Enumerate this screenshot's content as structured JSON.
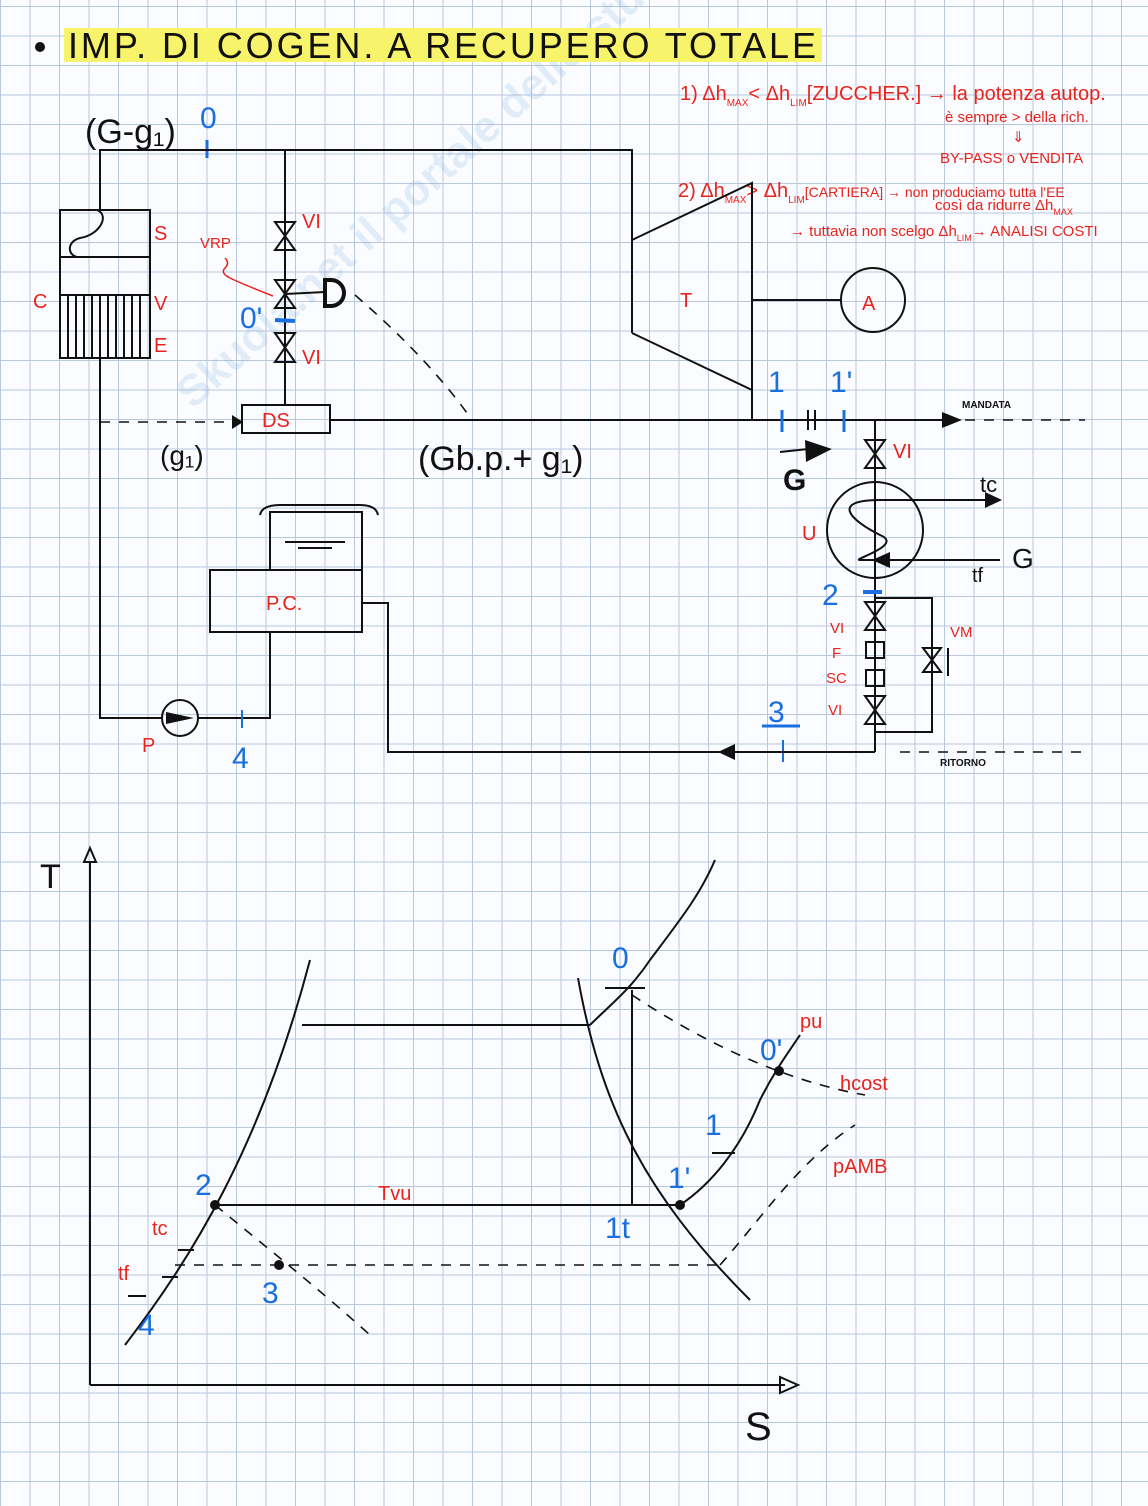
{
  "title": "IMP. DI COGEN. A RECUPERO TOTALE",
  "notes": {
    "n1_a": "1) Δh",
    "n1_max": "MAX",
    "n1_b": "< Δh",
    "n1_lim": "LIM",
    "n1_c": "[ZUCCHER.] → la potenza autop.",
    "n1_d": "è sempre > della rich.",
    "n1_e": "⇓",
    "n1_f": "BY-PASS o VENDITA",
    "n2_a": "2) Δh",
    "n2_max": "MAX",
    "n2_b": "> Δh",
    "n2_lim": "LIM",
    "n2_c": "[CARTIERA] → non produciamo tutta l'EE",
    "n2_d": "così da ridurre Δh",
    "n2_max2": "MAX",
    "n2_e": "→ tuttavia non scelgo Δh",
    "n2_lim2": "LIM",
    "n2_f": "→ ANALISI COSTI"
  },
  "schematic": {
    "flow_top": "(G-g₁)",
    "flow_g1": "(g₁)",
    "flow_bp": "(Gb.p.+ g₁)",
    "boiler": "C",
    "boiler_s": "S",
    "boiler_v": "V",
    "boiler_e": "E",
    "vrp": "VRP",
    "vi": "VI",
    "ds": "DS",
    "turbine": "T",
    "alternator": "A",
    "user": "U",
    "pc": "P.C.",
    "pump": "P",
    "f": "F",
    "sc": "SC",
    "vm": "VM",
    "mandata": "MANDATA",
    "ritorno": "RITORNO",
    "G": "G",
    "tc": "tc",
    "tf": "tf",
    "D": "D",
    "p0": "0",
    "p0p": "0'",
    "p1": "1",
    "p1p": "1'",
    "p2": "2",
    "p3": "3",
    "p4": "4"
  },
  "ts_diagram": {
    "y_axis": "T",
    "x_axis": "S",
    "p0": "0",
    "p0p": "0'",
    "p1": "1",
    "p1p": "1'",
    "p1t": "1t",
    "p2": "2",
    "p3": "3",
    "p4": "4",
    "tc": "tc",
    "tf": "tf",
    "tvu": "Tvu",
    "pu": "pu",
    "hcost": "hcost",
    "pamb": "pAMB"
  },
  "watermark": "Skuola.net il portale dello studente",
  "colors": {
    "ink": "#111111",
    "red": "#e8231c",
    "blue": "#1a6fe0",
    "highlight": "#f7f36a"
  }
}
